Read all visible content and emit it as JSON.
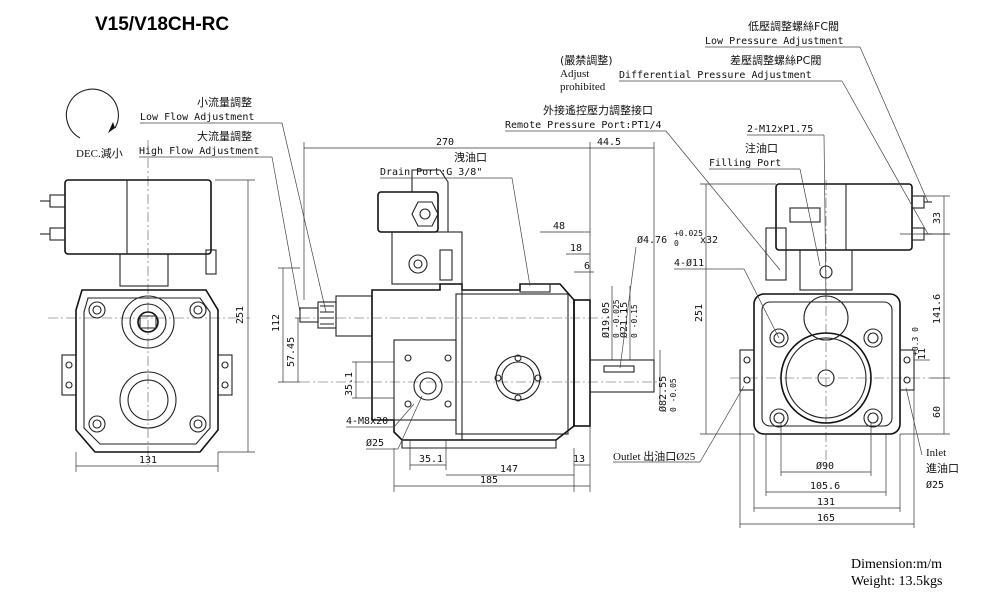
{
  "title": "V15/V18CH-RC",
  "footer": {
    "dimension": "Dimension:m/m",
    "weight": "Weight: 13.5kgs"
  },
  "labels": {
    "dec": "DEC.減小",
    "small_flow_zh": "小流量調整",
    "small_flow_en": "Low Flow Adjustment",
    "large_flow_zh": "大流量調整",
    "large_flow_en": "High Flow Adjustment",
    "drain_zh": "洩油口",
    "drain_en": "Drain Port:G 3/8\"",
    "prohibited_zh": "(嚴禁調整)",
    "prohibited_en1": "Adjust",
    "prohibited_en2": "prohibited",
    "remote_zh": "外接遙控壓力調整接口",
    "remote_en": "Remote Pressure Port:PT1/4",
    "low_pressure_zh": "低壓調整螺絲FC閥",
    "low_pressure_en": "Low Pressure Adjustment",
    "diff_pressure_zh": "差壓調整螺絲PC閥",
    "diff_pressure_en": "Differential Pressure Adjustment",
    "bolt": "2-M12xP1.75",
    "filling_zh": "注油口",
    "filling_en": "Filling Port",
    "holes": "4-Ø11",
    "mount_thread": "4-M8x20",
    "outlet": "Outlet 出油口Ø25",
    "inlet_en": "Inlet",
    "inlet_zh": "進油口",
    "inlet_dia": "Ø25",
    "bore_dia": "Ø25"
  },
  "dims": {
    "d270": "270",
    "d44_5": "44.5",
    "d48": "48",
    "d18": "18",
    "d6": "6",
    "d112": "112",
    "d57_45": "57.45",
    "d35_1v": "35.1",
    "d35_1h": "35.1",
    "d147": "147",
    "d185": "185",
    "d13": "13",
    "d131_left": "131",
    "d251_left": "251",
    "d251_right": "251",
    "key": "Ø4.76",
    "key_tol_up": "+0.025",
    "key_tol_lo": "0",
    "key_len": "x32",
    "d19_05": "Ø19.05",
    "d19_05_tol": "0 -0.025",
    "d21_15": "Ø21.15",
    "d21_15_tol": "0 -0.15",
    "d82_55": "Ø82.55",
    "d82_55_tol": "0 -0.05",
    "d33": "33",
    "d141_6": "141.6",
    "d11": "11",
    "d11_tol": "+0.3 0",
    "d60": "60",
    "d90": "Ø90",
    "d105_6": "105.6",
    "d131_right": "131",
    "d165": "165"
  }
}
